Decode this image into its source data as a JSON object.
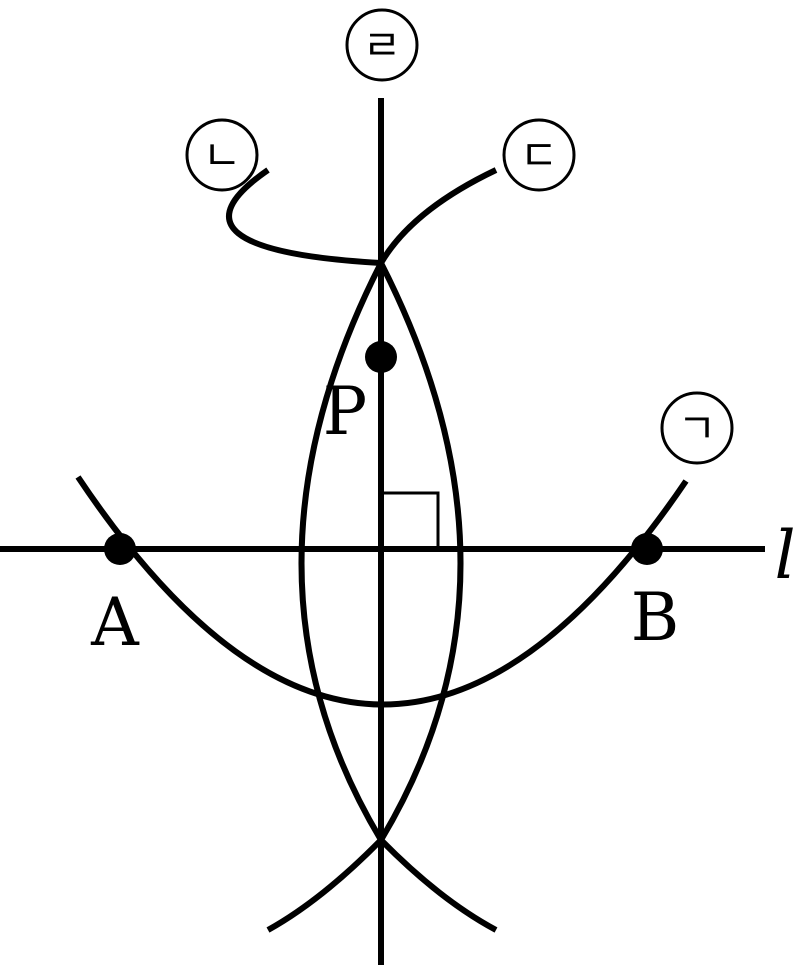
{
  "figure": {
    "points": {
      "a": "A",
      "b": "B",
      "p": "P"
    },
    "line_label": "l",
    "steps": {
      "giyeok": "ㄱ",
      "nieun": "ㄴ",
      "digeut": "ㄷ",
      "rieul": "ㄹ"
    },
    "colors": {
      "stroke": "#000000",
      "background": "#ffffff"
    },
    "marks": {
      "right_angle": true
    }
  }
}
